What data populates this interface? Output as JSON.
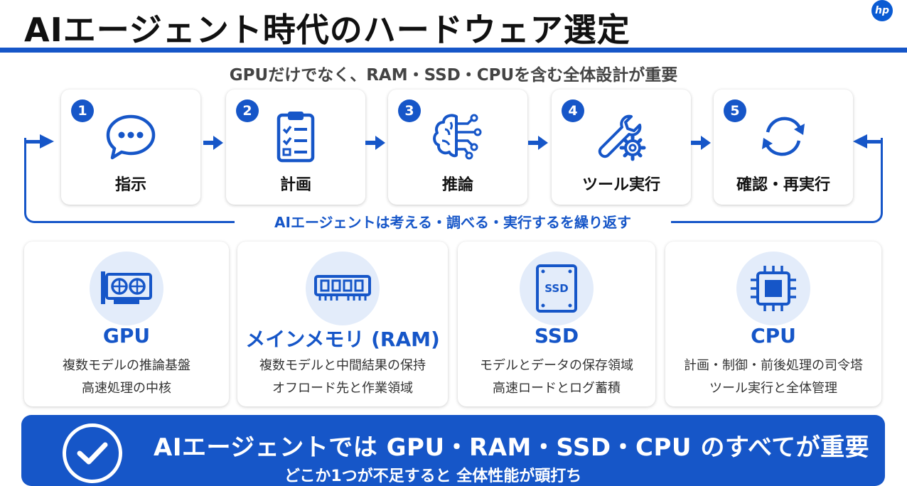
{
  "header": {
    "title": "AIエージェント時代のハードウェア選定",
    "logo_text": "hp",
    "subtitle": "GPUだけでなく、RAM・SSD・CPUを含む全体設計が重要"
  },
  "steps": [
    {
      "num": "1",
      "label": "指示",
      "icon": "chat-bubble-icon"
    },
    {
      "num": "2",
      "label": "計画",
      "icon": "clipboard-checklist-icon"
    },
    {
      "num": "3",
      "label": "推論",
      "icon": "brain-circuit-icon"
    },
    {
      "num": "4",
      "label": "ツール実行",
      "icon": "wrench-gear-icon"
    },
    {
      "num": "5",
      "label": "確認・再実行",
      "icon": "refresh-cycle-icon"
    }
  ],
  "loop_label": "AIエージェントは考える・調べる・実行するを繰り返す",
  "components": [
    {
      "title": "GPU",
      "icon": "gpu-card-icon",
      "line1": "複数モデルの推論基盤",
      "line2": "高速処理の中核"
    },
    {
      "title": "メインメモリ (RAM)",
      "icon": "ram-module-icon",
      "line1": "複数モデルと中間結果の保持",
      "line2": "オフロード先と作業領域"
    },
    {
      "title": "SSD",
      "icon": "ssd-drive-icon",
      "icon_text": "SSD",
      "line1": "モデルとデータの保存領域",
      "line2": "高速ロードとログ蓄積"
    },
    {
      "title": "CPU",
      "icon": "cpu-chip-icon",
      "line1": "計画・制御・前後処理の司令塔",
      "line2": "ツール実行と全体管理"
    }
  ],
  "banner": {
    "main": "AIエージェントでは GPU・RAM・SSD・CPU のすべてが重要",
    "sub": "どこか1つが不足すると 全体性能が頭打ち"
  },
  "colors": {
    "accent": "#1656c8",
    "icon_bg": "#e3ecfa"
  }
}
